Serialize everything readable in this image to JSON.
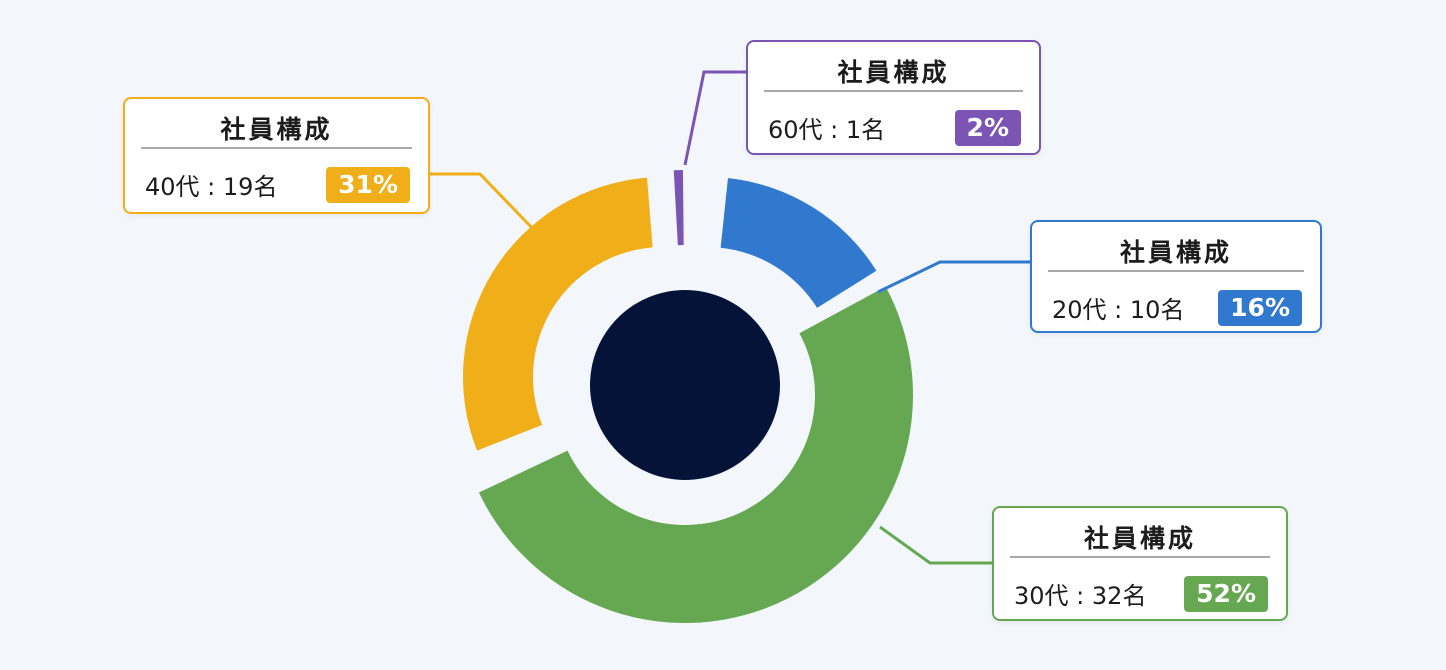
{
  "chart_data": {
    "type": "pie",
    "style": "donut-with-callouts",
    "legend": "none",
    "slices": [
      {
        "label": "20代",
        "count": 10,
        "count_unit": "名",
        "percent": 16,
        "percent_text": "16%",
        "color": "#3179cf",
        "callout_title": "社員構成"
      },
      {
        "label": "30代",
        "count": 32,
        "count_unit": "名",
        "percent": 52,
        "percent_text": "52%",
        "color": "#66a852",
        "callout_title": "社員構成"
      },
      {
        "label": "40代",
        "count": 19,
        "count_unit": "名",
        "percent": 31,
        "percent_text": "31%",
        "color": "#f0ae18",
        "callout_title": "社員構成"
      },
      {
        "label": "60代",
        "count": 1,
        "count_unit": "名",
        "percent": 2,
        "percent_text": "2%",
        "color": "#7b54b4",
        "callout_title": "社員構成"
      }
    ],
    "center_color": "#061338"
  }
}
